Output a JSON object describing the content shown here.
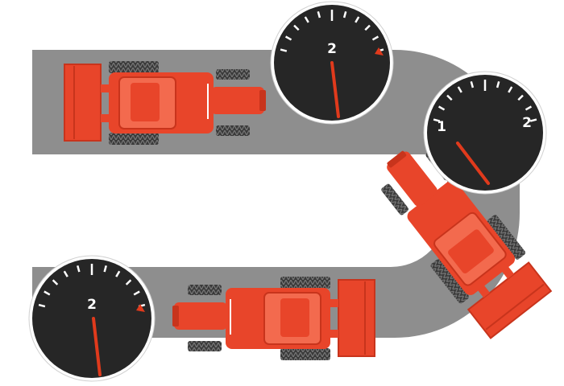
{
  "colors": {
    "path": "#8e8e8e",
    "background": "#ffffff",
    "tractor_body": "#e8452a",
    "tractor_dark": "#c8341c",
    "tractor_panel": "#f36a4e",
    "tire": "#3a3a3a",
    "gauge_face": "#262626",
    "gauge_bezel": "#ffffff",
    "gauge_needle": "#e03a1c",
    "gauge_marker": "#e03a1c"
  },
  "gauges": [
    {
      "id": "top",
      "labels": [
        "2"
      ],
      "reading_rpm_thousands": 2.0
    },
    {
      "id": "turn",
      "labels": [
        "1",
        "2"
      ],
      "reading_rpm_thousands": 1.3
    },
    {
      "id": "bottom",
      "labels": [
        "2"
      ],
      "reading_rpm_thousands": 2.0
    }
  ],
  "icons": {
    "tractor": "tractor-icon",
    "tachometer": "tachometer-icon",
    "loader_bucket": "loader-bucket-icon"
  }
}
